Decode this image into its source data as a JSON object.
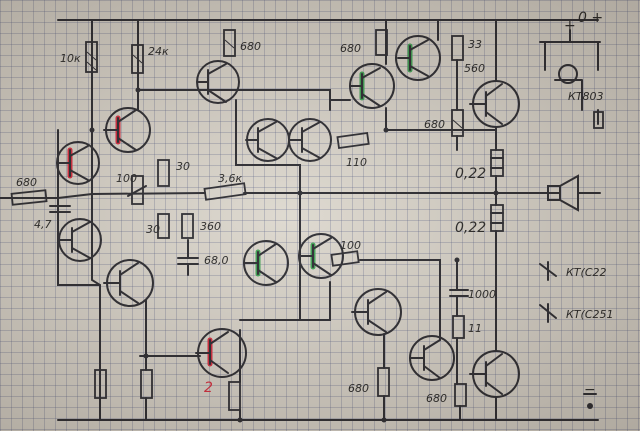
{
  "labels": {
    "r_10k": "10к",
    "r_24k": "24к",
    "r_680_top": "680",
    "r_680_mid": "680",
    "r_33": "33",
    "c_560": "560",
    "r_680_right": "680",
    "r_110": "110",
    "r_30_a": "30",
    "r_100_left": "100",
    "r_30_b": "30",
    "r_360": "360",
    "c_68": "68,0",
    "r_3_6k": "3,6к",
    "r_100_bias": "100",
    "r_022_top": "0,22",
    "r_022_bot": "0,22",
    "c_1000": "1000",
    "r_11": "11",
    "r_680_bl": "680",
    "r_680_br": "680",
    "r_680_input": "680",
    "c_4_7": "4,7",
    "plus_supply": "+",
    "minus_supply": "−",
    "kt_label": "КТ803",
    "legend_1": "КТ(С22",
    "legend_2": "КТ(С251",
    "mark_2": "2",
    "zero_plus": "0 +"
  },
  "colors": {
    "ink": "#26262c",
    "paper": "#dcd7cd",
    "highlight_red": "#d8263a",
    "highlight_green": "#3aa050"
  }
}
